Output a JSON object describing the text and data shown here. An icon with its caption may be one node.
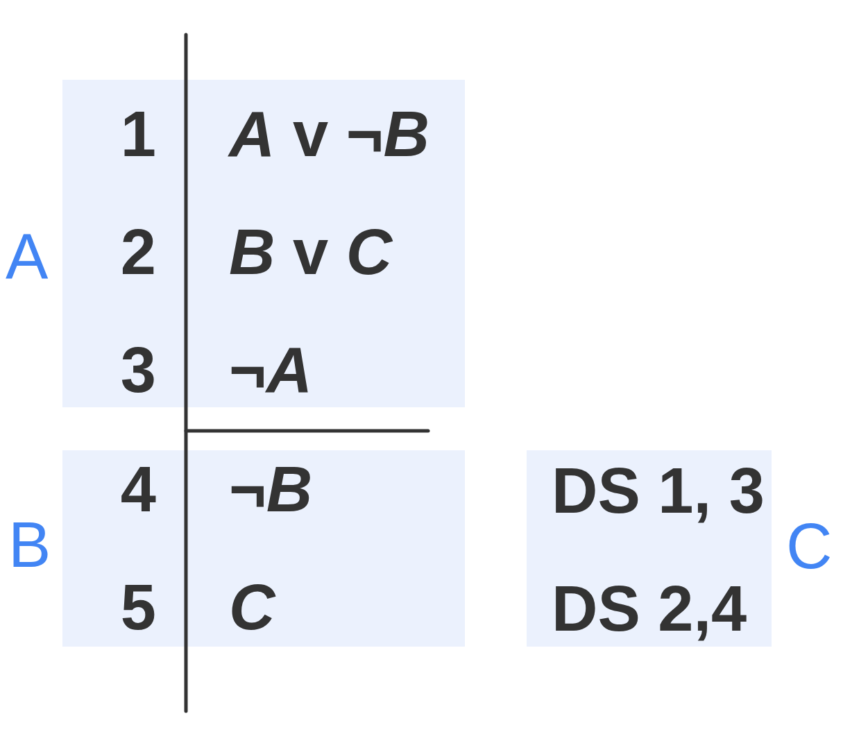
{
  "diagram": {
    "nodes": [
      {
        "text": [
          "1",
          "*A* v ¬*B*",
          "2",
          "*B* v *C*",
          "3",
          "¬*A*"
        ],
        "beside": [
          "A"
        ]
      },
      {
        "text": [
          "4",
          "¬*B*",
          "5",
          "*C*"
        ],
        "beside": [
          "B"
        ]
      },
      {
        "text": [
          "DS 1, 3",
          "DS 2,4"
        ],
        "beside": [
          "C"
        ]
      }
    ]
  }
}
